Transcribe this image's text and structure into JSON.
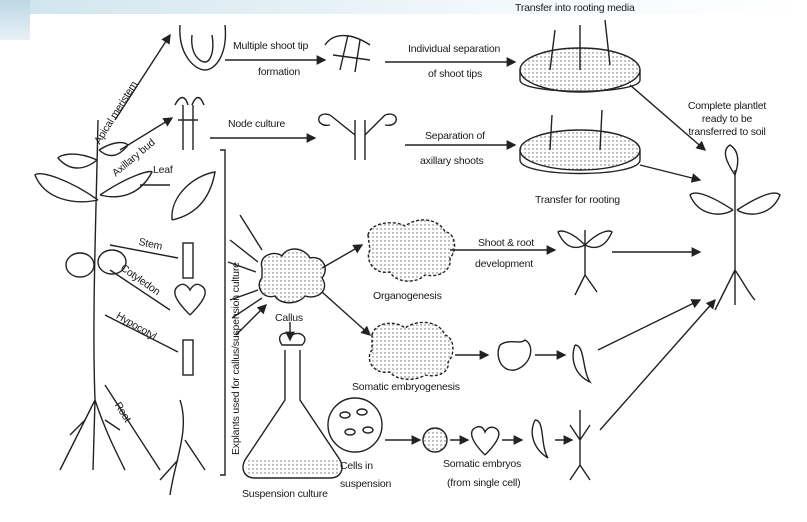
{
  "title": "Plant tissue culture pathways",
  "labels": {
    "transfer_rooting_media": "Transfer into rooting media",
    "multiple_shoot_tip_1": "Multiple shoot tip",
    "multiple_shoot_tip_2": "formation",
    "individual_sep_1": "Individual separation",
    "individual_sep_2": "of shoot tips",
    "apical_meristem": "Apical meristem",
    "axillary_bud": "Axillary bud",
    "node_culture": "Node culture",
    "separation_axillary_1": "Separation of",
    "separation_axillary_2": "axillary shoots",
    "complete_plantlet_1": "Complete plantlet",
    "complete_plantlet_2": "ready to be",
    "complete_plantlet_3": "transferred to soil",
    "transfer_for_rooting": "Transfer for rooting",
    "leaf": "Leaf",
    "stem": "Stem",
    "cotyledon": "Cotyledon",
    "hypocotyl": "Hypocotyl",
    "root": "Root",
    "explants": "Explants used for callus/suspension culture",
    "callus": "Callus",
    "organogenesis": "Organogenesis",
    "shoot_root_1": "Shoot & root",
    "shoot_root_2": "development",
    "somatic_embryogenesis": "Somatic embryogenesis",
    "suspension_culture": "Suspension culture",
    "cells_in_1": "Cells in",
    "cells_in_2": "suspension",
    "somatic_embryos_1": "Somatic embryos",
    "somatic_embryos_2": "(from single cell)"
  }
}
